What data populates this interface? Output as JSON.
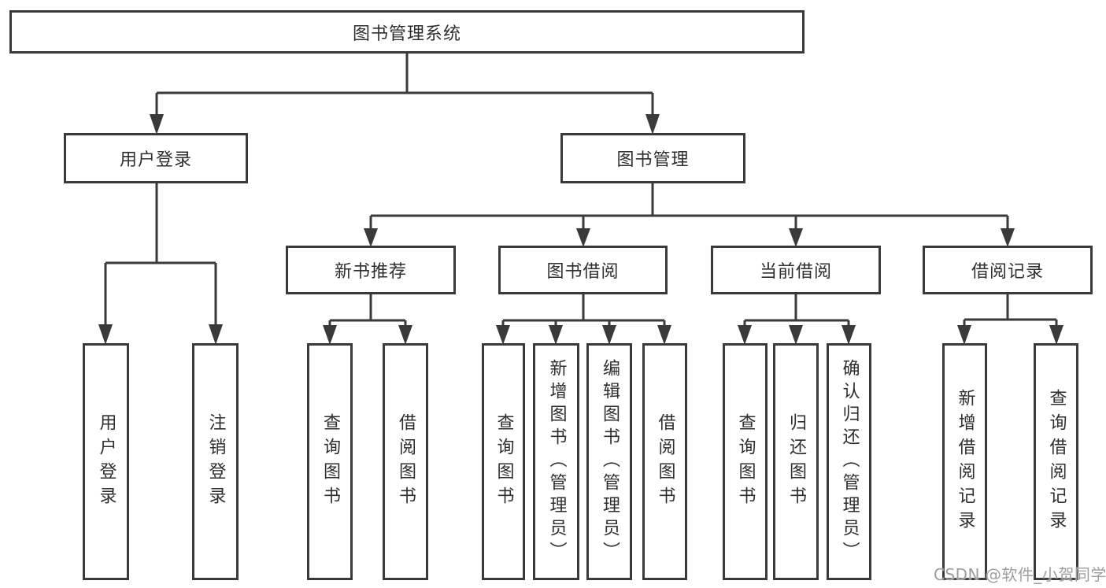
{
  "colors": {
    "line": "#3a3a3a",
    "text": "#2e2e2e",
    "watermark": "#9e9e9e",
    "background": "#ffffff"
  },
  "nodes": {
    "root": "图书管理系统",
    "level2": [
      "用户登录",
      "图书管理"
    ],
    "level3": [
      "新书推荐",
      "图书借阅",
      "当前借阅",
      "借阅记录"
    ],
    "leaves_user_login": [
      "用户登录",
      "注销登录"
    ],
    "leaves_new_books": [
      "查询图书",
      "借阅图书"
    ],
    "leaves_borrow": [
      "查询图书",
      "新增图书（管理员）",
      "编辑图书（管理员）",
      "借阅图书"
    ],
    "leaves_current": [
      "查询图书",
      "归还图书",
      "确认归还（管理员）"
    ],
    "leaves_records": [
      "新增借阅记录",
      "查询借阅记录"
    ]
  },
  "watermark": "CSDN @软件_小贺同学"
}
